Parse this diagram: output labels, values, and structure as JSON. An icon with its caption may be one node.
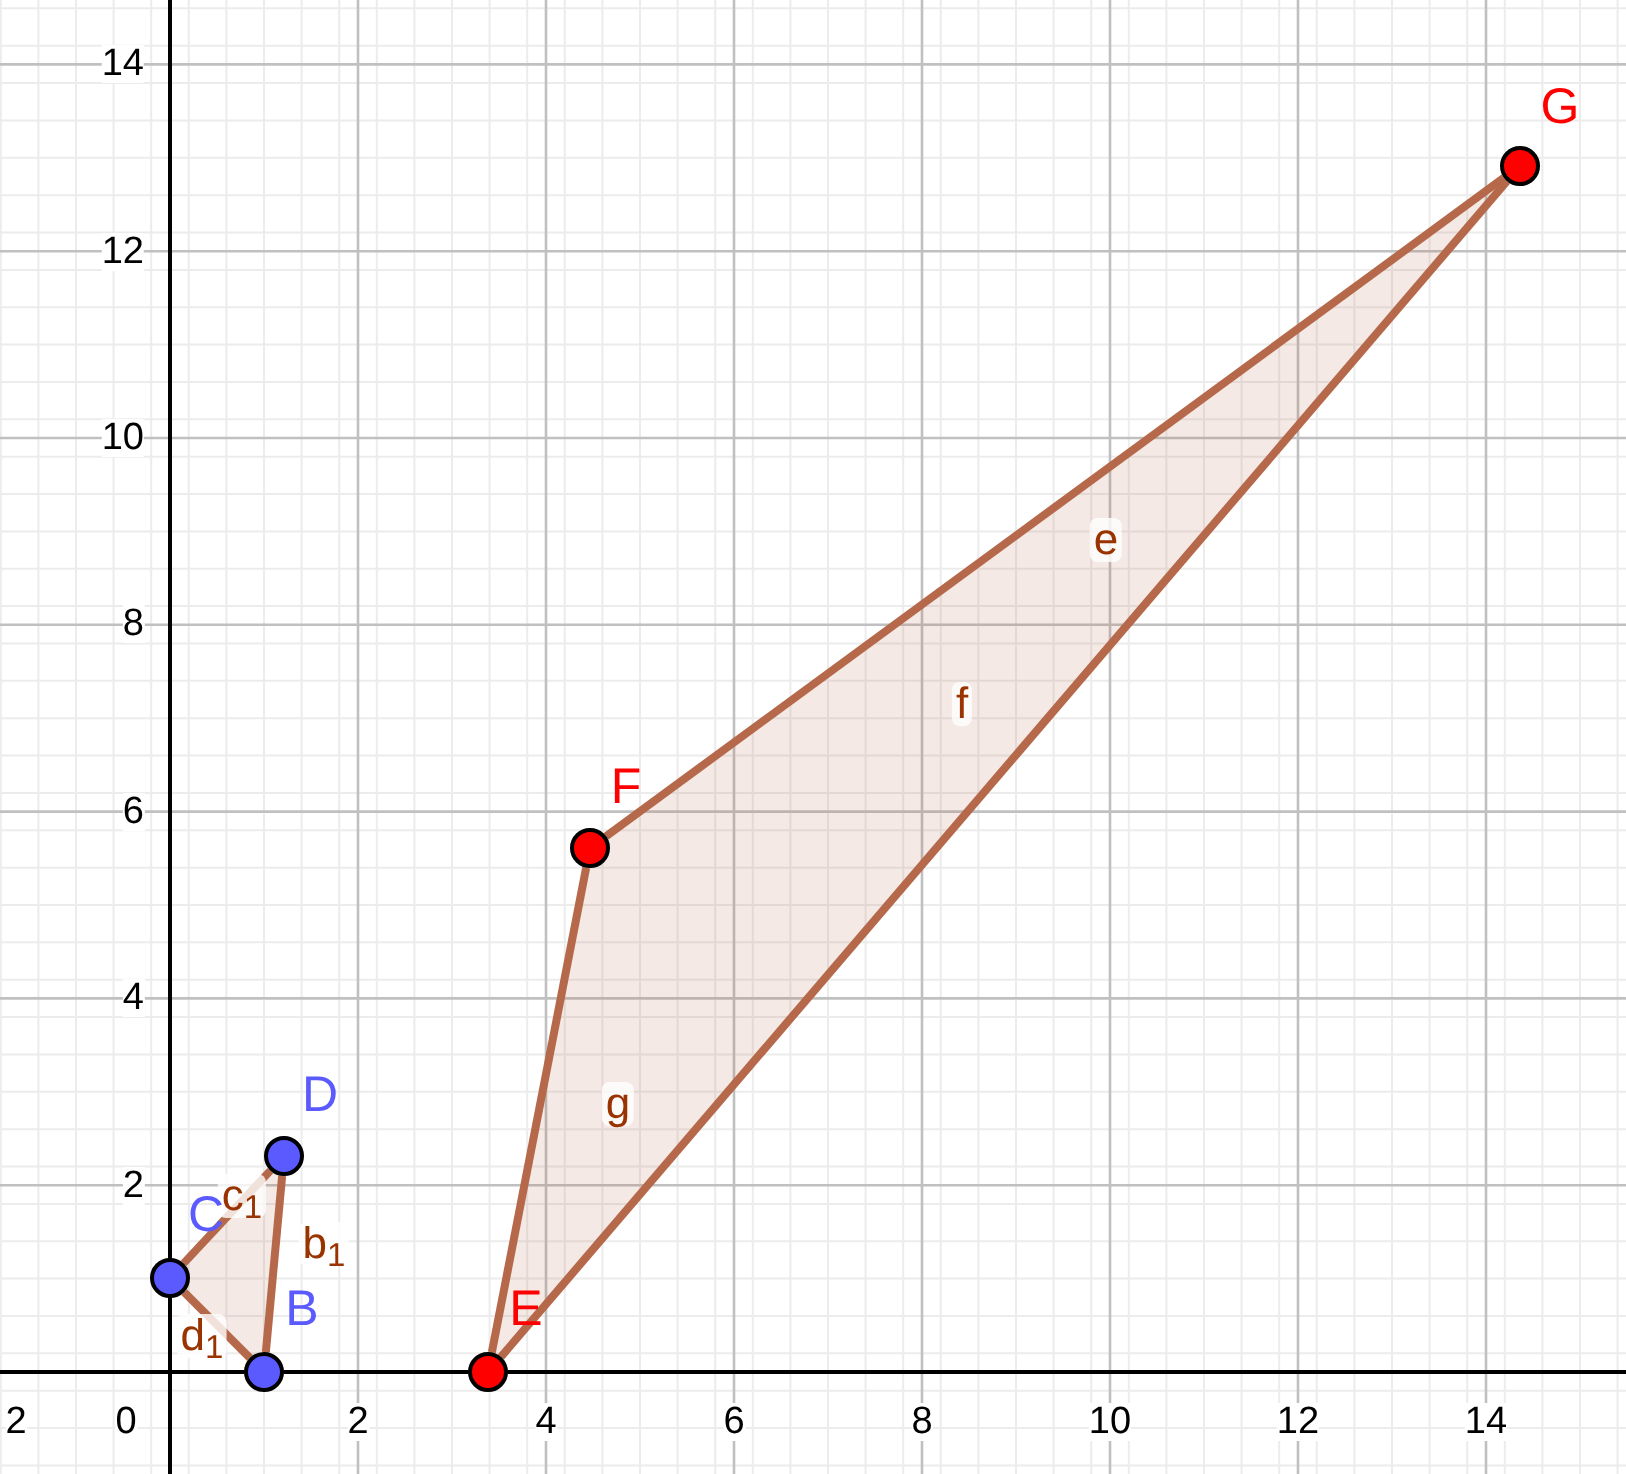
{
  "diagram": {
    "nodes": [
      {
        "text": [],
        "shape": "circle",
        "beside": [
          "G"
        ]
      },
      {
        "text": [],
        "shape": "circle",
        "beside": [
          "F"
        ]
      },
      {
        "text": [],
        "shape": "circle",
        "beside": [
          "D"
        ]
      },
      {
        "text": [],
        "shape": "circle",
        "beside": [
          "C"
        ]
      },
      {
        "text": [],
        "shape": "circle",
        "beside": [
          "B"
        ]
      },
      {
        "text": [],
        "shape": "circle",
        "beside": [
          "E"
        ]
      }
    ],
    "edges": [
      {
        "from": 5,
        "to": 1,
        "arrow": "none",
        "label": "g"
      },
      {
        "from": 1,
        "to": 0,
        "arrow": "none",
        "label": "e"
      },
      {
        "from": 0,
        "to": 5,
        "arrow": "none",
        "label": "f"
      },
      {
        "from": 3,
        "to": 2,
        "arrow": "none",
        "label": "c$_{1}$"
      },
      {
        "from": 2,
        "to": 4,
        "arrow": "none",
        "label": "b$_{1}$"
      },
      {
        "from": 4,
        "to": 3,
        "arrow": "none",
        "label": "d$_{1}$"
      }
    ],
    "labels": [
      "14",
      "12",
      "10",
      "8",
      "6",
      "4",
      "2",
      "2",
      "0",
      "2",
      "4",
      "6",
      "8",
      "10",
      "12",
      "14"
    ]
  }
}
